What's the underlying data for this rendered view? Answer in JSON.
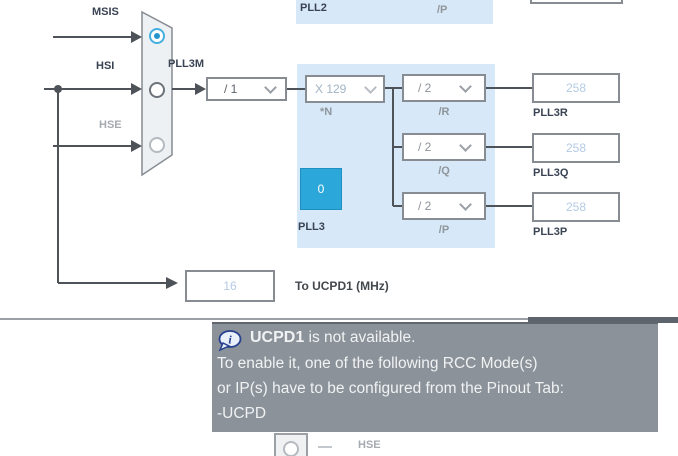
{
  "app": "clock-configuration-pll3-view",
  "colors": {
    "block_blue": "#d7e9f8",
    "frac_teal": "#2ba7d9",
    "value_blue": "#b3cbe4",
    "wire_gray": "#4d5358",
    "tooltip_gray": "#8b9299"
  },
  "pll2": {
    "label": "PLL2",
    "p_label": "/P"
  },
  "source_mux": {
    "inputs": [
      {
        "label": "MSIS",
        "state": "selected"
      },
      {
        "label": "HSI",
        "state": "unselected"
      },
      {
        "label": "HSE",
        "state": "disabled"
      }
    ]
  },
  "pll3m": {
    "label": "PLL3M",
    "value": "/ 1"
  },
  "pll3": {
    "label": "PLL3",
    "mul": {
      "value": "X 129",
      "label": "*N"
    },
    "frac_value": "0",
    "dividers": [
      {
        "value": "/ 2",
        "label": "/R"
      },
      {
        "value": "/ 2",
        "label": "/Q"
      },
      {
        "value": "/ 2",
        "label": "/P"
      }
    ],
    "outputs": [
      {
        "value": "258",
        "label": "PLL3R"
      },
      {
        "value": "258",
        "label": "PLL3Q"
      },
      {
        "value": "258",
        "label": "PLL3P"
      }
    ]
  },
  "ucpd": {
    "value": "16",
    "label": "To UCPD1 (MHz)"
  },
  "tooltip": {
    "icon": "info-bubble-icon",
    "title": "UCPD1",
    "title_suffix": " is not available.",
    "line2": "To enable it, one of the following RCC Mode(s)",
    "line3": "or IP(s) have to be configured from the Pinout Tab:",
    "line4": "-UCPD"
  },
  "bottom_mux": {
    "label": "HSE"
  }
}
